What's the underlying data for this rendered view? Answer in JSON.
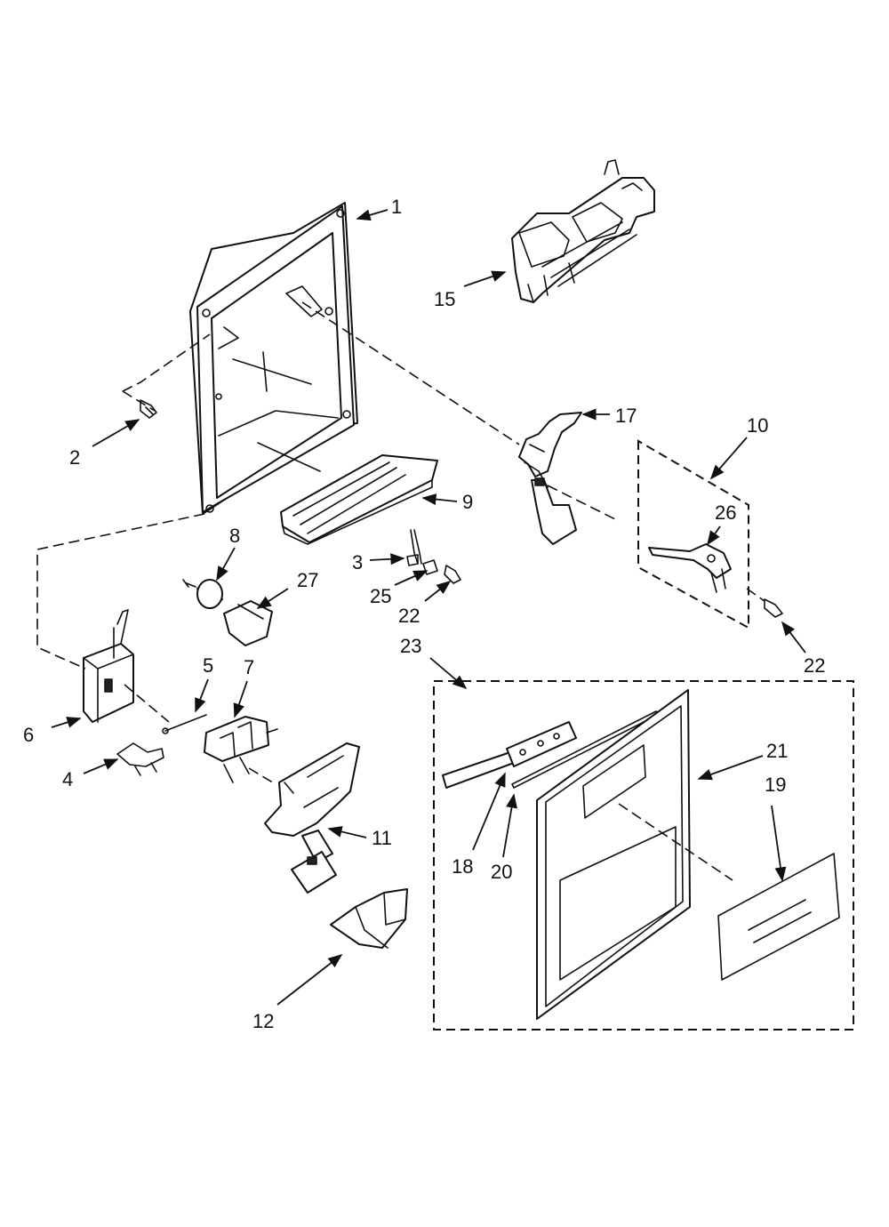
{
  "diagram": {
    "callouts": {
      "c1": "1",
      "c2": "2",
      "c3": "3",
      "c4": "4",
      "c5": "5",
      "c6": "6",
      "c7": "7",
      "c8": "8",
      "c9": "9",
      "c10": "10",
      "c11": "11",
      "c12": "12",
      "c15": "15",
      "c17": "17",
      "c18": "18",
      "c19": "19",
      "c20": "20",
      "c21": "21",
      "c22a": "22",
      "c22b": "22",
      "c23": "23",
      "c25": "25",
      "c26": "26",
      "c27": "27"
    },
    "colors": {
      "line": "#111111",
      "background": "#ffffff"
    }
  }
}
